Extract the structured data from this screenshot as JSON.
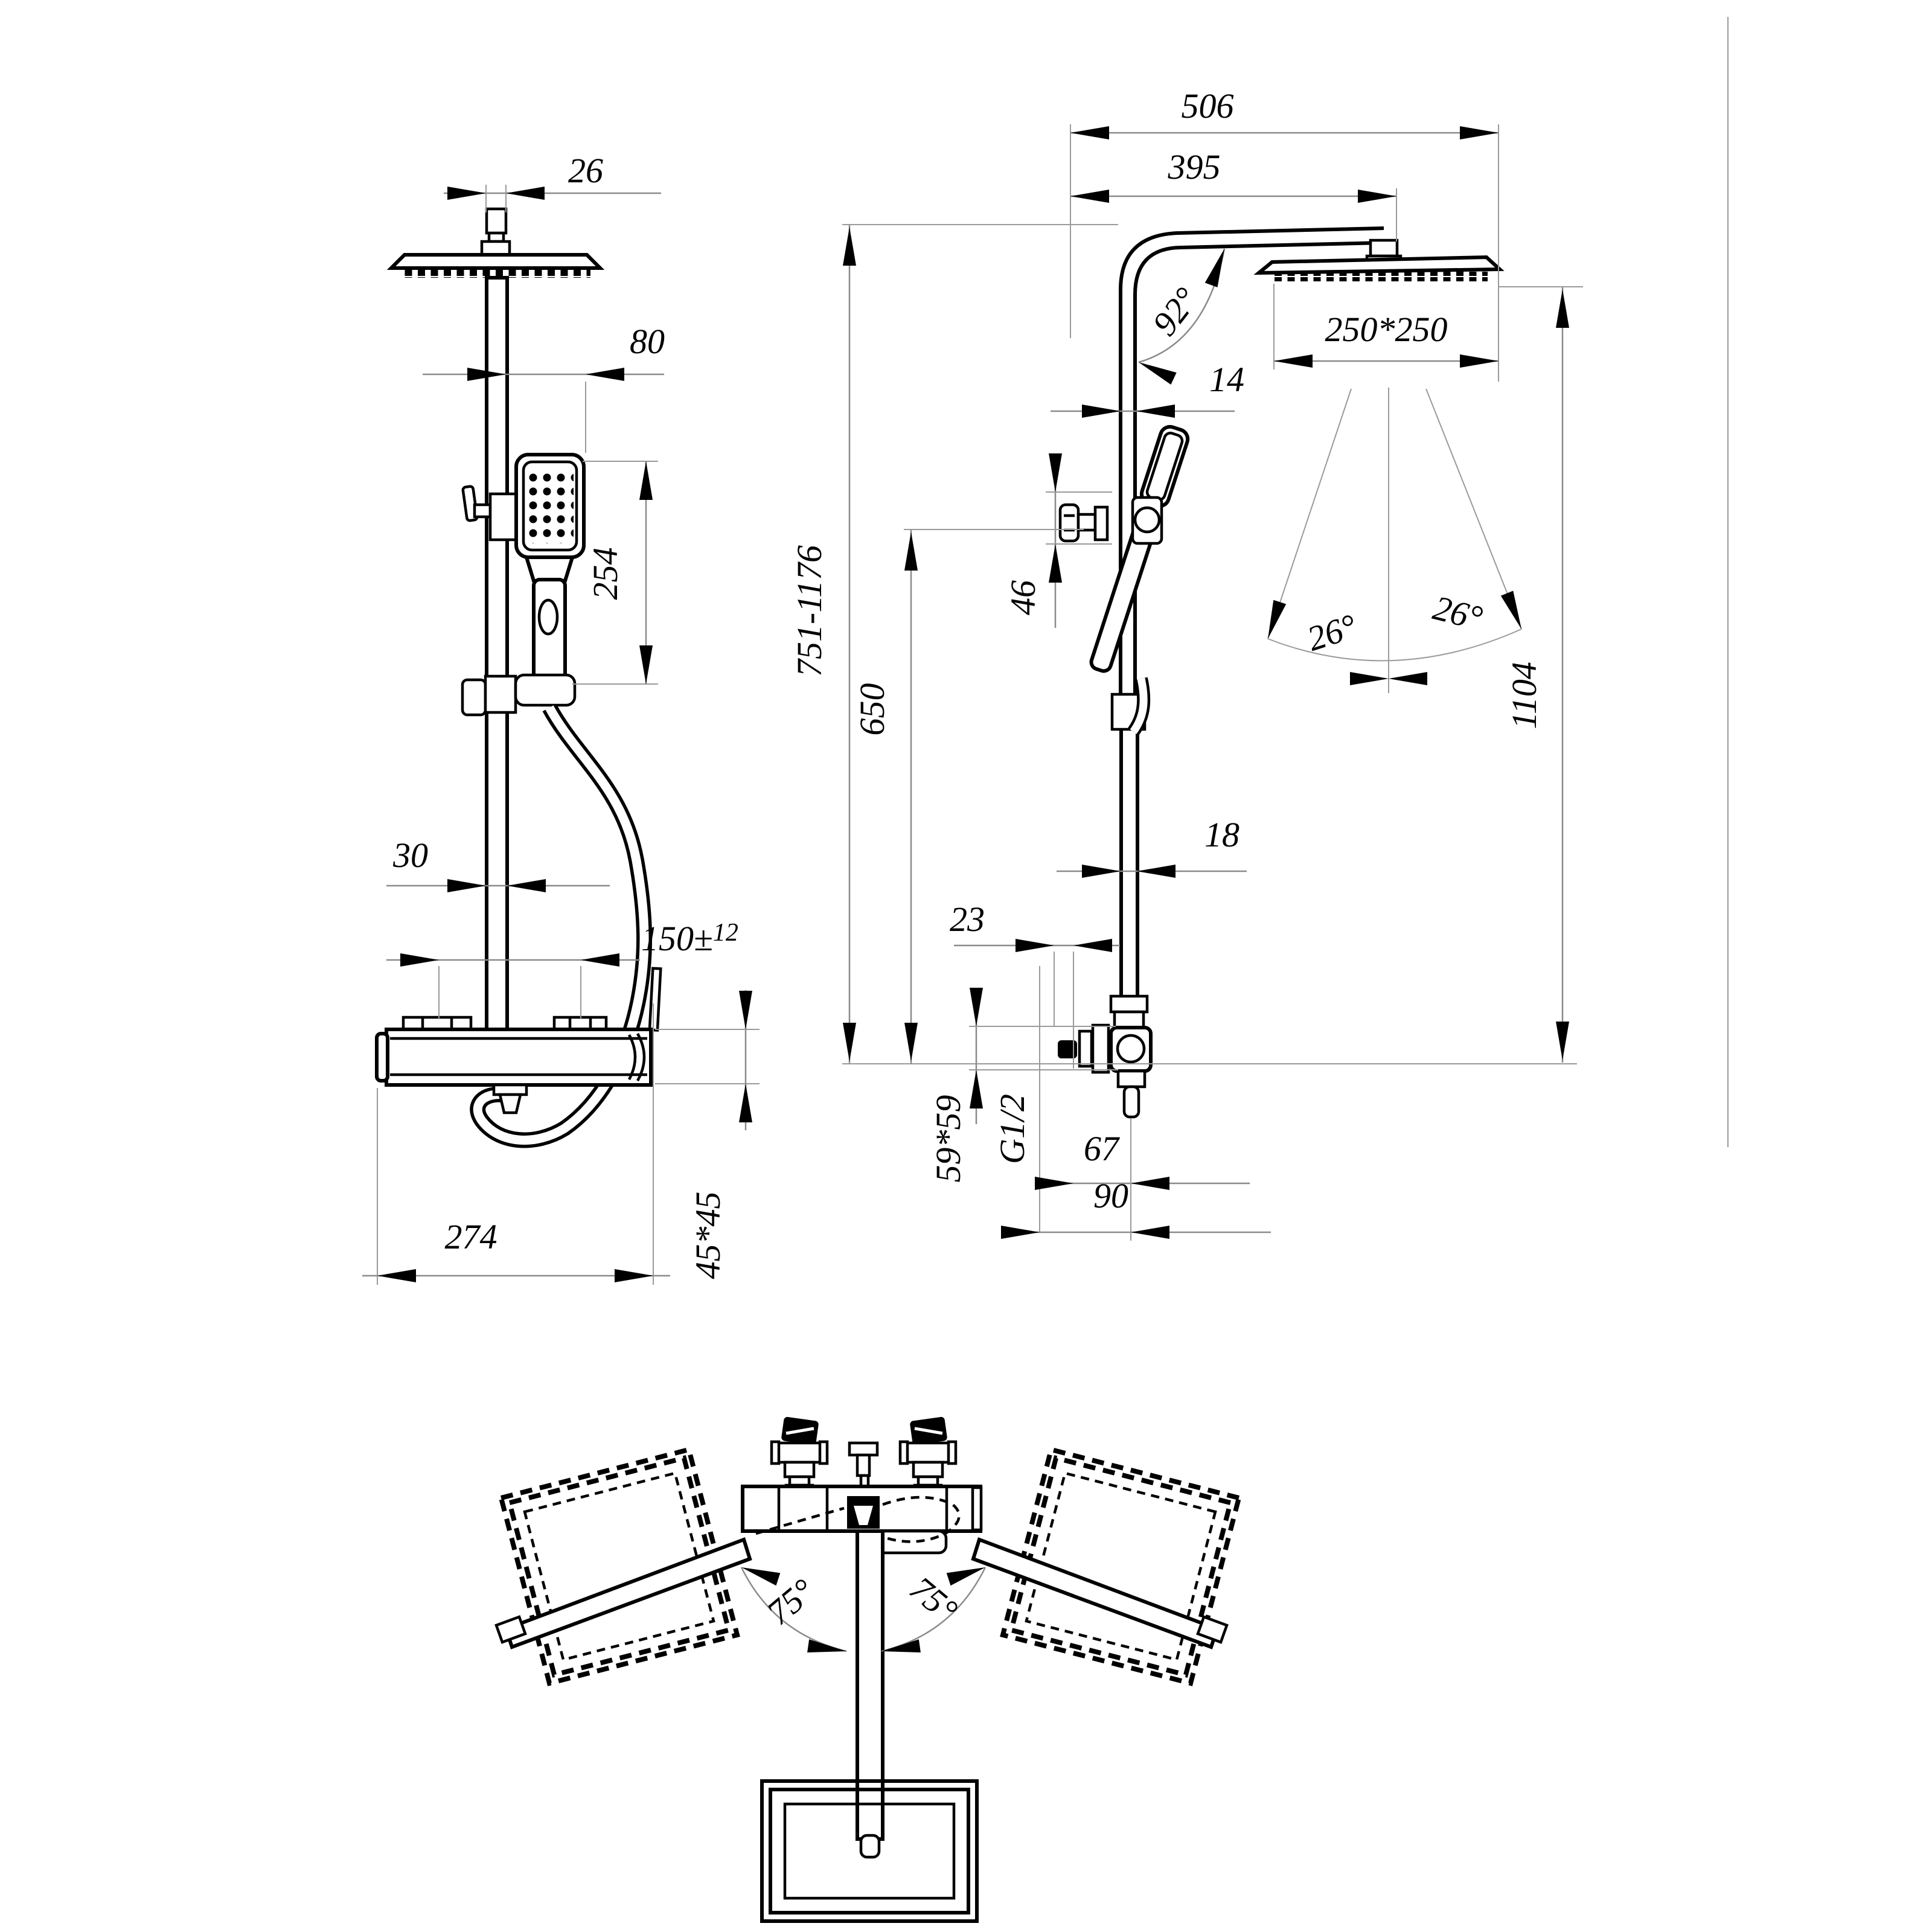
{
  "drawing_title": "Shower column technical drawing",
  "colors": {
    "ink": "#000000",
    "dim_line": "#8a8a8a",
    "background": "#ffffff"
  },
  "front_view": {
    "dim_head_connector_width": "26",
    "dim_pipe_to_handshower": "80",
    "dim_handshower_length": "254",
    "dim_pipe_width": "30",
    "dim_inlet_spacing_base": "150±",
    "dim_inlet_spacing_tol": "12",
    "dim_valve_width": "274",
    "dim_valve_section": "45*45"
  },
  "side_view": {
    "dim_total_reach": "506",
    "dim_arm_reach": "395",
    "angle_arm": "92°",
    "dim_head_size": "250*250",
    "dim_upper_pipe": "14",
    "angle_spray_left": "26°",
    "angle_spray_right": "26°",
    "dim_head_height": "1104",
    "dim_holder_height": "46",
    "dim_total_height_range": "751-1176",
    "dim_mid_height": "650",
    "dim_lower_pipe": "18",
    "dim_knob_offset": "23",
    "dim_valve_body": "59*59",
    "thread_size": "G1/2",
    "dim_outlet_offset": "67",
    "dim_outlet_total": "90"
  },
  "top_view": {
    "angle_swivel_left": "75°",
    "angle_swivel_right": "75°"
  }
}
